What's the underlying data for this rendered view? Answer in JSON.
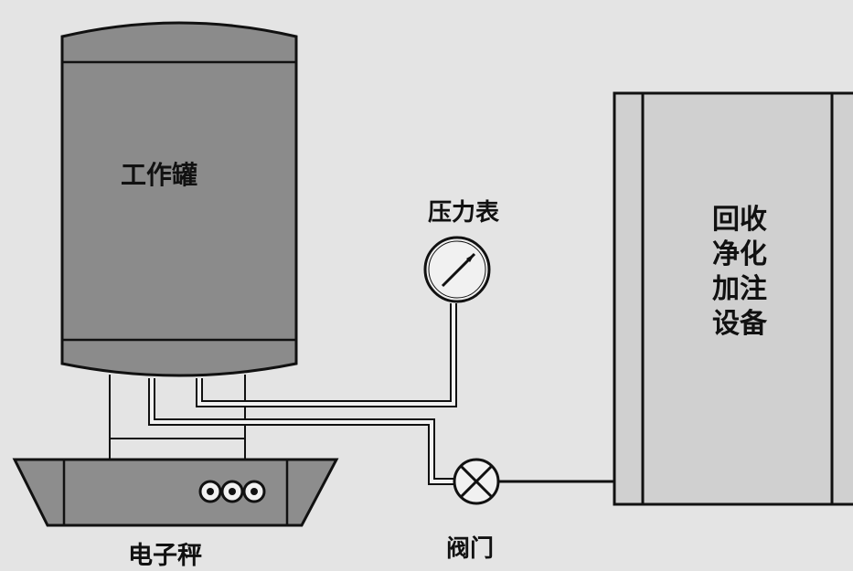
{
  "labels": {
    "tank": "工作罐",
    "pressure_gauge": "压力表",
    "equipment": "回收净化加注设备",
    "valve": "阀门",
    "scale": "电子秤"
  },
  "colors": {
    "background": "#e4e4e4",
    "tank_fill": "#8b8b8b",
    "scale_fill": "#8d8d8d",
    "equipment_fill": "#d0d0d0",
    "gauge_fill": "#f1f1f1",
    "line": "#111111",
    "pipe": "#f2f2f2"
  }
}
